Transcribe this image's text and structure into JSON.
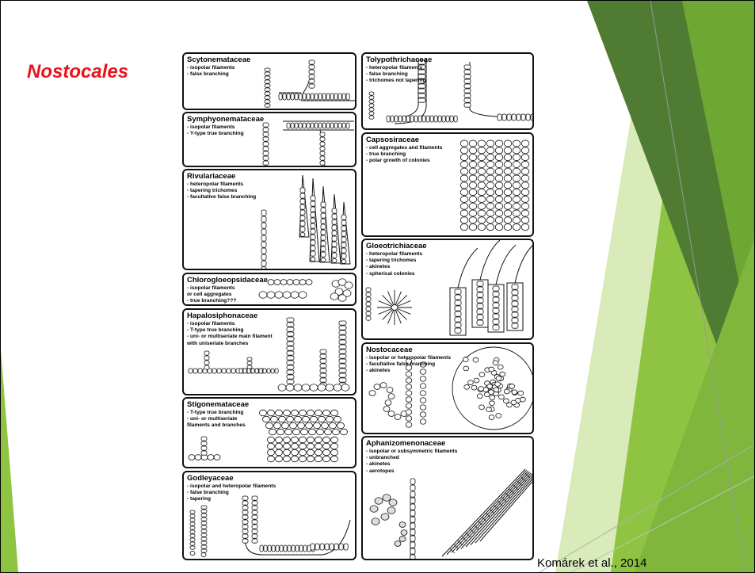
{
  "slide": {
    "title": "Nostocales",
    "citation": "Komárek et al., 2014",
    "colors": {
      "title": "#e8141c",
      "dark_green": "#4f7c32",
      "mid_green": "#6fa735",
      "light_green": "#8fc442",
      "pale_green": "#c9e29a"
    }
  },
  "figure": {
    "families": [
      {
        "name": "Scytonemataceae",
        "traits": [
          "- isopolar filaments",
          "- false branching"
        ]
      },
      {
        "name": "Symphyonemataceae",
        "traits": [
          "- isopolar filaments",
          "- Y-type true branching"
        ]
      },
      {
        "name": "Rivulariaceae",
        "traits": [
          "- heteropolar filaments",
          "- tapering trichomes",
          "- facultative false branching"
        ]
      },
      {
        "name": "Chlorogloeopsidaceae",
        "traits": [
          "- isopolar filaments",
          "  or cell aggregates",
          "- true branching???"
        ]
      },
      {
        "name": "Hapalosiphonaceae",
        "traits": [
          "- isopolar filaments",
          "- T-type true branching",
          "- uni- or multiseriate main filament",
          "with uniseriate branches"
        ]
      },
      {
        "name": "Stigonemataceae",
        "traits": [
          "- T-type true branching",
          "- uni- or multiseriate",
          "filaments and branches"
        ]
      },
      {
        "name": "Godleyaceae",
        "traits": [
          "- isopolar and heteropolar filaments",
          "- false branching",
          "- tapering"
        ]
      },
      {
        "name": "Tolypothrichaceae",
        "traits": [
          "- heteropolar filaments",
          "- false branching",
          "- trichomes not tapering"
        ]
      },
      {
        "name": "Capsosiraceae",
        "traits": [
          "- cell aggregates and filaments",
          "- true branching",
          "- polar growth of colonies"
        ]
      },
      {
        "name": "Gloeotrichiaceae",
        "traits": [
          "- heteropolar filaments",
          "- tapering trichomes",
          "- akinetes",
          "- spherical colonies"
        ]
      },
      {
        "name": "Nostocaceae",
        "traits": [
          "- isopolar or heteropolar filaments",
          "- facultative false branching",
          "- akinetes"
        ]
      },
      {
        "name": "Aphanizomenonaceae",
        "traits": [
          "- isopolar or subsymmetric filaments",
          "- unbranched",
          "- akinetes",
          "- aerotopes"
        ]
      }
    ]
  }
}
